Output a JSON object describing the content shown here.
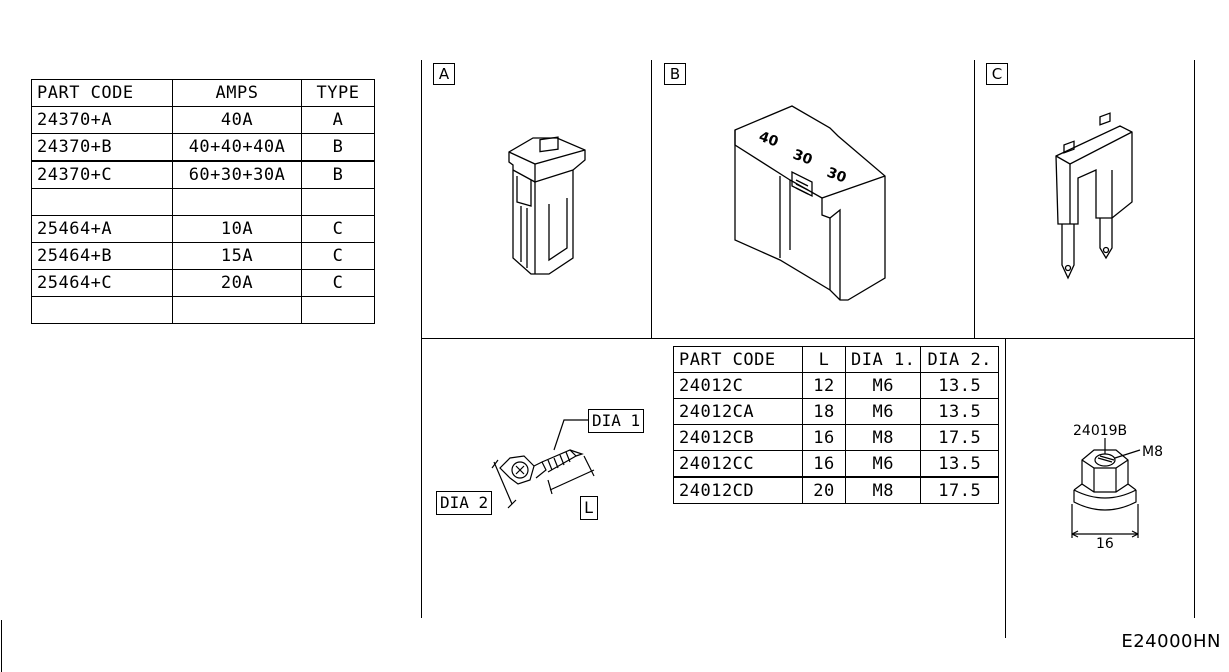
{
  "fuse_table": {
    "headers": [
      "PART CODE",
      "AMPS",
      "TYPE"
    ],
    "rows": [
      [
        "24370+A",
        "40A",
        "A"
      ],
      [
        "24370+B",
        "40+40+40A",
        "B"
      ],
      [
        "24370+C",
        "60+30+30A",
        "B"
      ],
      [
        "",
        "",
        ""
      ],
      [
        "25464+A",
        "10A",
        "C"
      ],
      [
        "25464+B",
        "15A",
        "C"
      ],
      [
        "25464+C",
        "20A",
        "C"
      ],
      [
        "",
        "",
        ""
      ]
    ]
  },
  "panels": {
    "a_label": "A",
    "b_label": "B",
    "c_label": "C",
    "b_fuse_markings": [
      "40",
      "30",
      "30"
    ]
  },
  "bolt_table": {
    "headers": [
      "PART CODE",
      "L",
      "DIA 1.",
      "DIA 2."
    ],
    "rows": [
      [
        "24012C",
        "12",
        "M6",
        "13.5"
      ],
      [
        "24012CA",
        "18",
        "M6",
        "13.5"
      ],
      [
        "24012CB",
        "16",
        "M8",
        "17.5"
      ],
      [
        "24012CC",
        "16",
        "M6",
        "13.5"
      ],
      [
        "24012CD",
        "20",
        "M8",
        "17.5"
      ]
    ]
  },
  "bolt_callouts": {
    "dia1": "DIA 1",
    "dia2": "DIA 2",
    "length": "L"
  },
  "nut": {
    "part_code": "24019B",
    "thread": "M8",
    "size": "16"
  },
  "footer_code": "E24000HN"
}
